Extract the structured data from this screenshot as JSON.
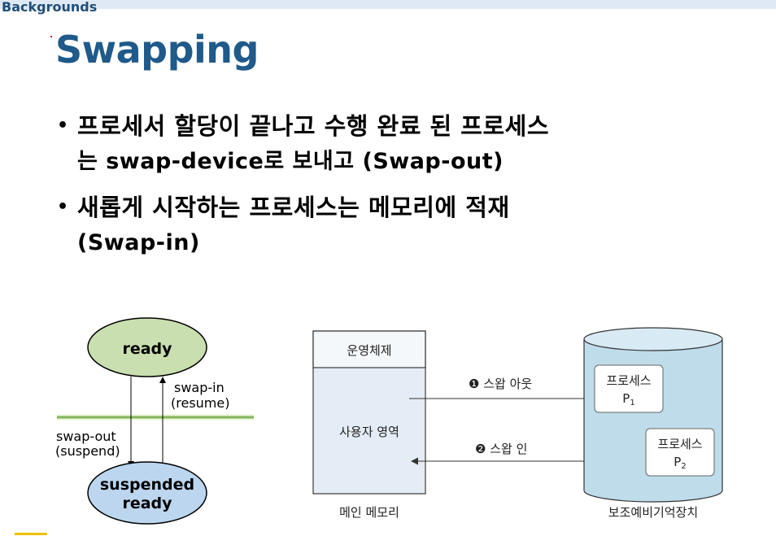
{
  "header": {
    "section_label": "Backgrounds"
  },
  "slide": {
    "title": "Swapping",
    "bullets": [
      {
        "line1": "프로세서 할당이 끝나고 수행 완료 된 프로세스",
        "line2": "는 swap-device로 보내고 (Swap-out)"
      },
      {
        "line1": "새롭게 시작하는 프로세스는 메모리에 적재",
        "line2": "(Swap-in)"
      }
    ]
  },
  "state_diagram": {
    "ready_label": "ready",
    "suspended_line1": "suspended",
    "suspended_line2": "ready",
    "swap_in_label": "swap-in",
    "swap_in_sub": "(resume)",
    "swap_out_label": "swap-out",
    "swap_out_sub": "(suspend)",
    "colors": {
      "ready_fill": "#c9dfb0",
      "suspended_fill": "#bcd6ef",
      "divider": "#4a8a20"
    }
  },
  "memory_diagram": {
    "os_label": "운영체제",
    "user_area_label": "사용자 영역",
    "main_memory_caption": "메인 메모리",
    "swap_out_label": "❶ 스왑 아웃",
    "swap_in_label": "❷ 스왑 인",
    "process1_label": "프로세스",
    "process1_sub": "P",
    "process1_sub_index": "1",
    "process2_label": "프로세스",
    "process2_sub": "P",
    "process2_sub_index": "2",
    "storage_caption": "보조예비기억장치",
    "colors": {
      "os_fill": "#e7eef5",
      "cylinder_fill": "#bfdcea",
      "cylinder_top": "#d8ebf4"
    }
  }
}
